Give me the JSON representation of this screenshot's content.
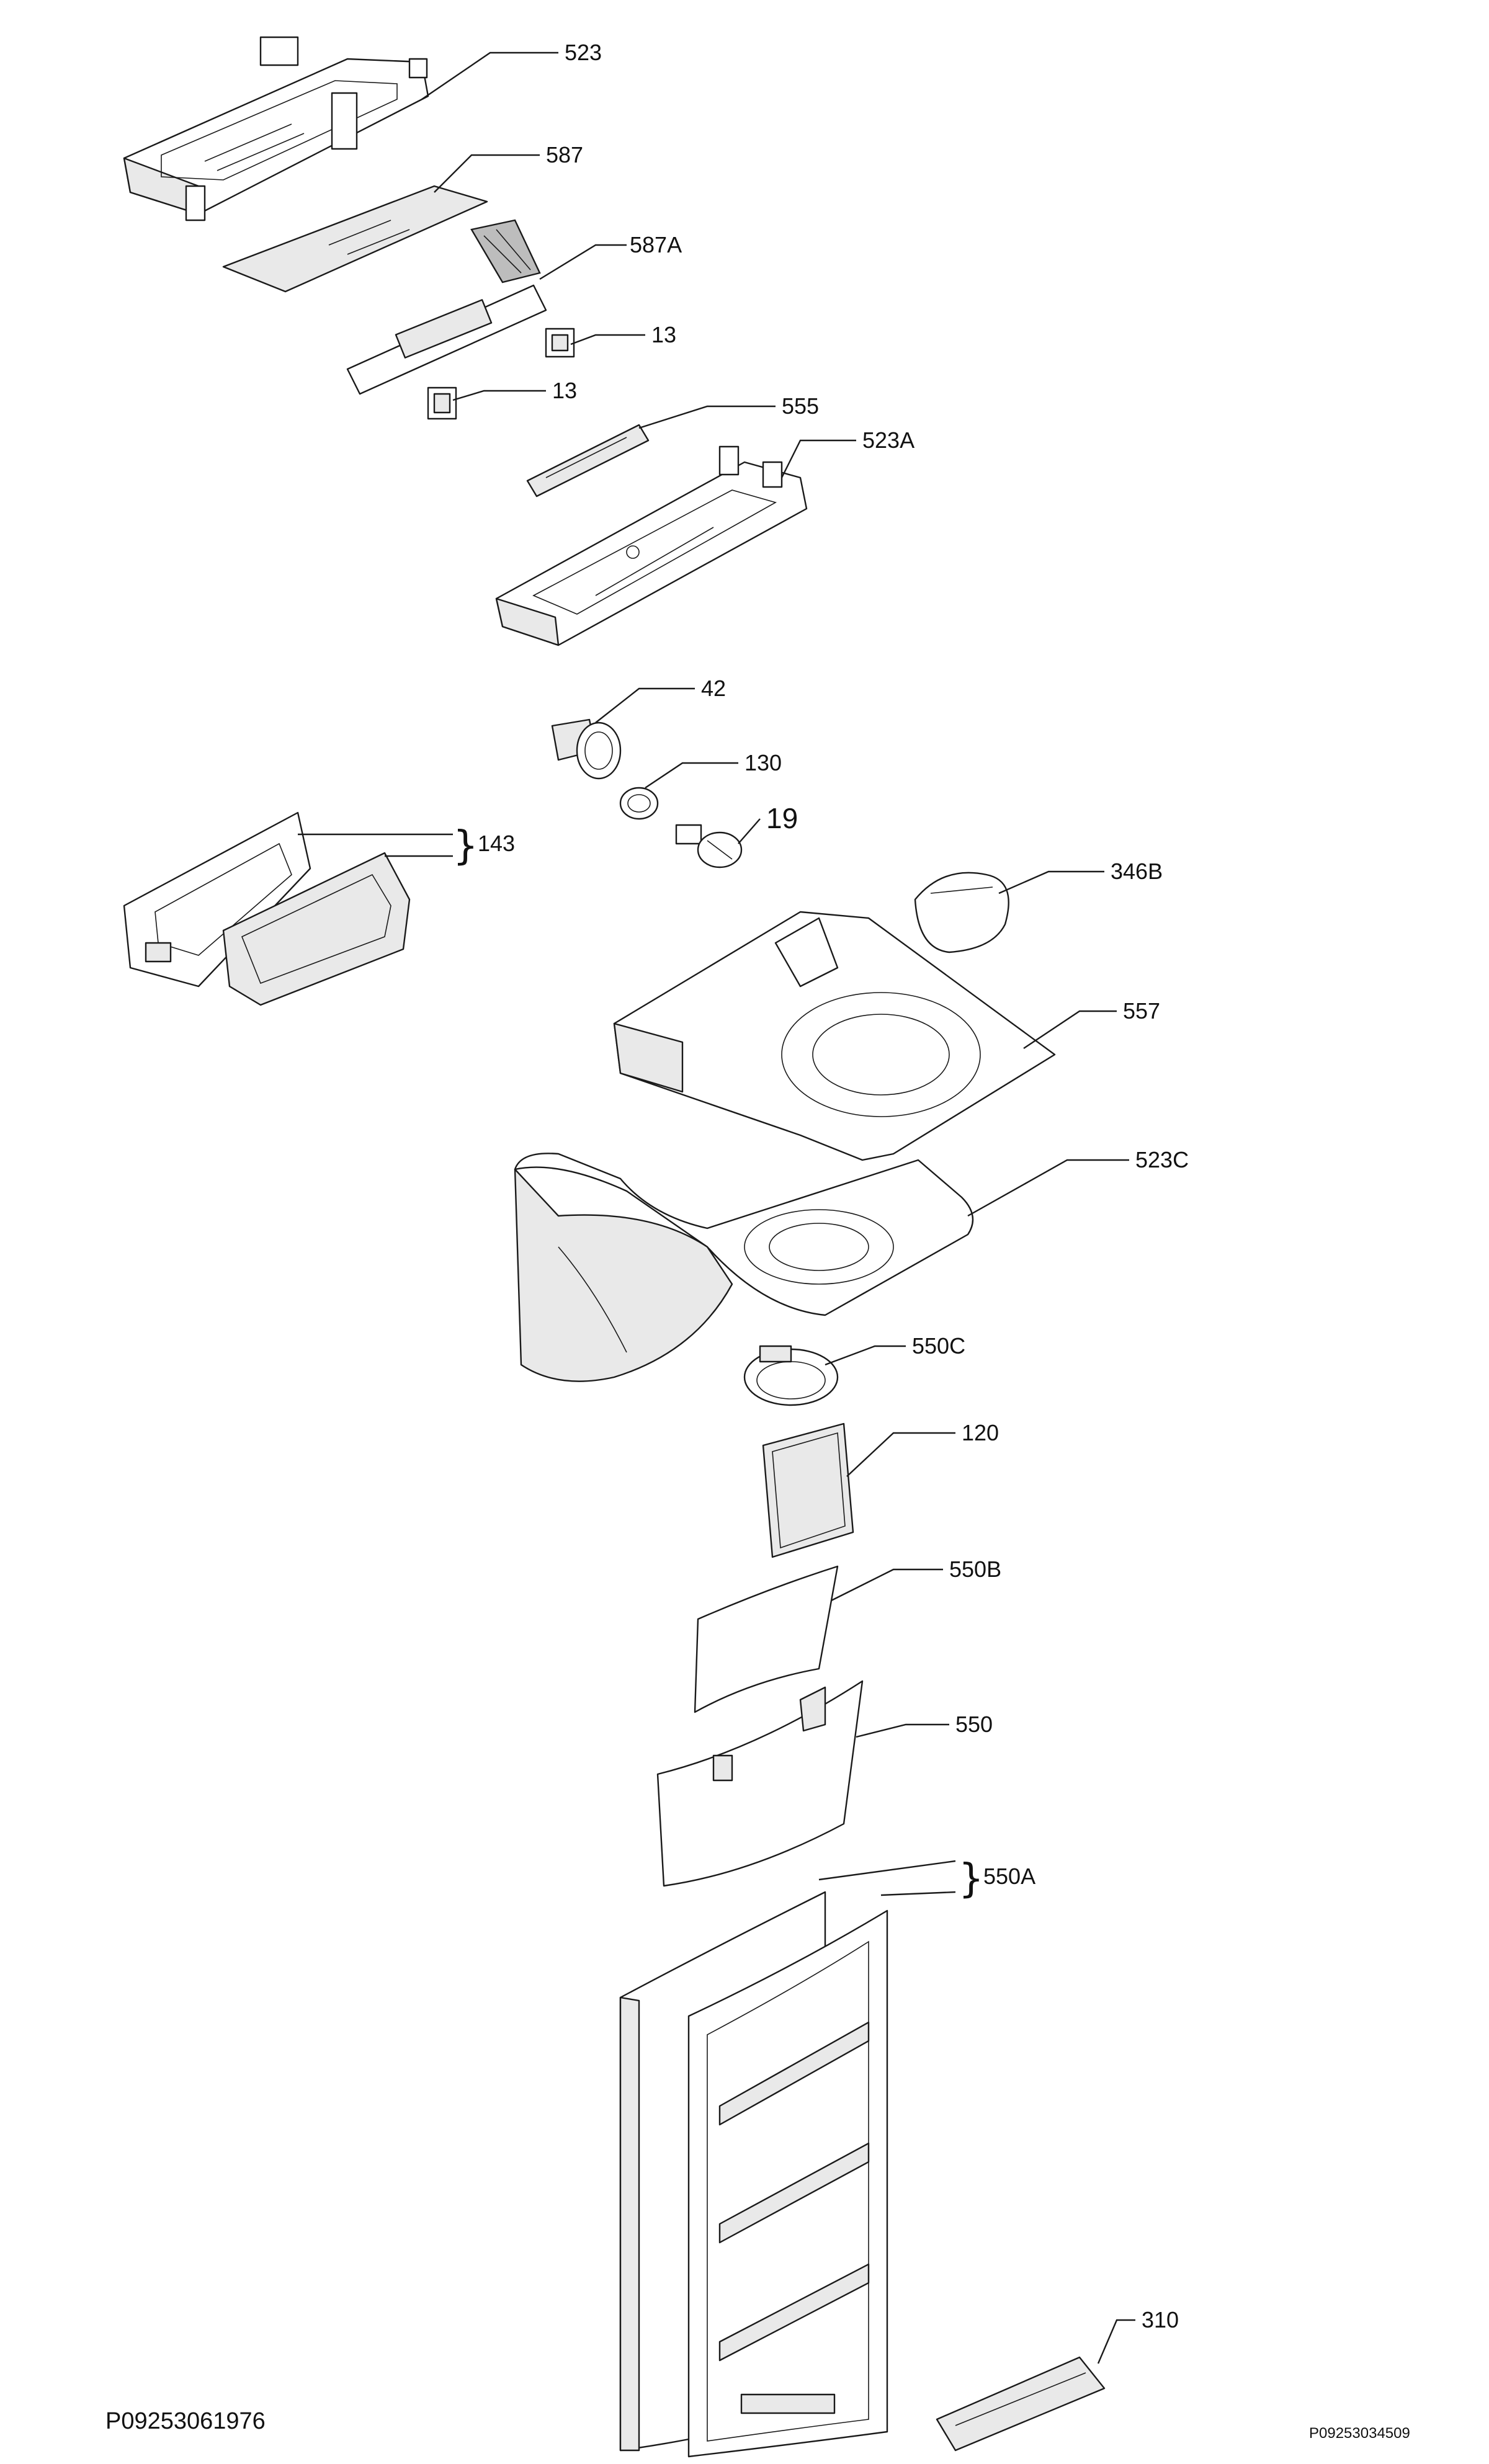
{
  "labels": {
    "p523": "523",
    "p587": "587",
    "p587a": "587A",
    "p13a": "13",
    "p13b": "13",
    "p555": "555",
    "p523a": "523A",
    "p42": "42",
    "p130": "130",
    "p19": "19",
    "p143": "143",
    "p346b": "346B",
    "p557": "557",
    "p523c": "523C",
    "p550c": "550C",
    "p120": "120",
    "p550b": "550B",
    "p550": "550",
    "p550a": "550A",
    "p310": "310"
  },
  "brace": "}",
  "footer": {
    "left_code": "P09253061976",
    "right_code": "P09253034509"
  }
}
